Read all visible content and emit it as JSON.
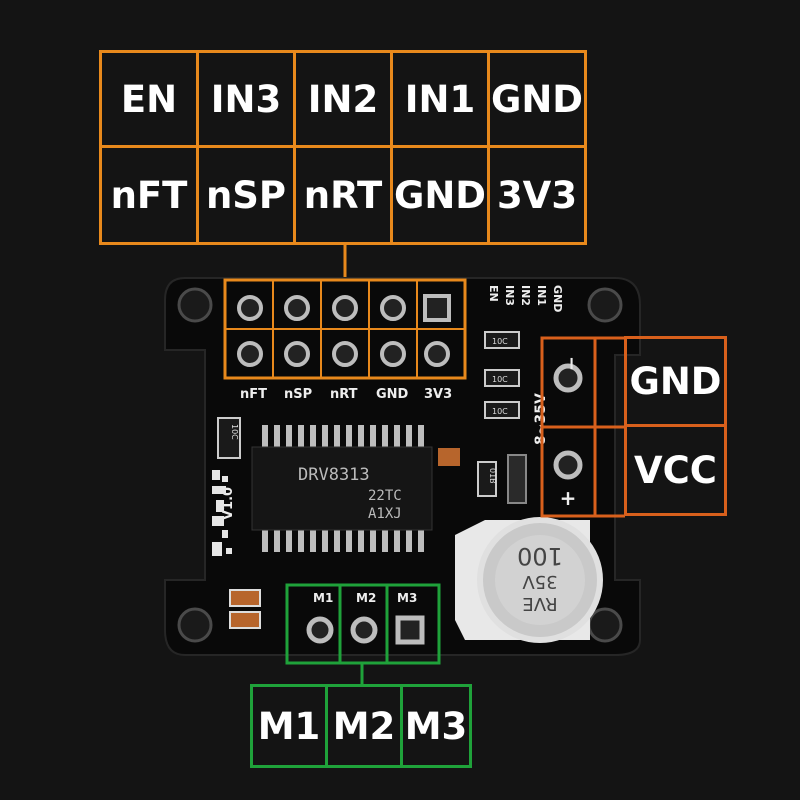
{
  "header_pins_top": [
    "EN",
    "IN3",
    "IN2",
    "IN1",
    "GND"
  ],
  "header_pins_bottom": [
    "nFT",
    "nSP",
    "nRT",
    "GND",
    "3V3"
  ],
  "power_pins": [
    "GND",
    "VCC"
  ],
  "motor_pins": [
    "M1",
    "M2",
    "M3"
  ],
  "board": {
    "chip_text": [
      "DRV8313",
      "22TC",
      "A1XJ"
    ],
    "silk_top": [
      "EN",
      "IN3",
      "IN2",
      "IN1",
      "GND"
    ],
    "silk_bottom": [
      "nFT",
      "nSP",
      "nRT",
      "GND",
      "3V3"
    ],
    "silk_voltage": "8~35V",
    "silk_version": "V1.0",
    "silk_minus": "−",
    "silk_plus": "+",
    "silk_motor": [
      "M1",
      "M2",
      "M3"
    ],
    "cap_text": [
      "RVE",
      "35V",
      "100"
    ],
    "resistor_labels": [
      "10C",
      "10C",
      "10C",
      "10C",
      "01B"
    ]
  },
  "colors": {
    "header": "#e8891c",
    "power": "#d8601c",
    "motor": "#1fa23a",
    "pcb": "#0a0a0a"
  }
}
